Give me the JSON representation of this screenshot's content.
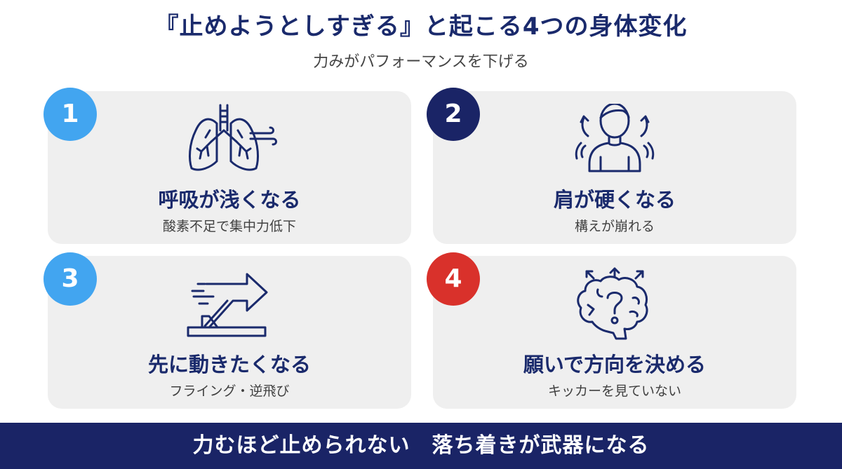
{
  "header": {
    "title": "『止めようとしすぎる』と起こる4つの身体変化",
    "subtitle": "力みがパフォーマンスを下げる"
  },
  "colors": {
    "navy": "#1a2a6c",
    "light_blue": "#42a5f0",
    "red": "#d9312b",
    "card_bg": "#efefef",
    "banner_bg": "#1a2466"
  },
  "cards": [
    {
      "number": "1",
      "icon": "lungs-icon",
      "title": "呼吸が浅くなる",
      "subtitle": "酸素不足で集中力低下"
    },
    {
      "number": "2",
      "icon": "tense-shoulders-icon",
      "title": "肩が硬くなる",
      "subtitle": "構えが崩れる"
    },
    {
      "number": "3",
      "icon": "false-start-arrow-icon",
      "title": "先に動きたくなる",
      "subtitle": "フライング・逆飛び"
    },
    {
      "number": "4",
      "icon": "brain-question-icon",
      "title": "願いで方向を決める",
      "subtitle": "キッカーを見ていない"
    }
  ],
  "banner": {
    "text": "力むほど止められない　落ち着きが武器になる"
  }
}
